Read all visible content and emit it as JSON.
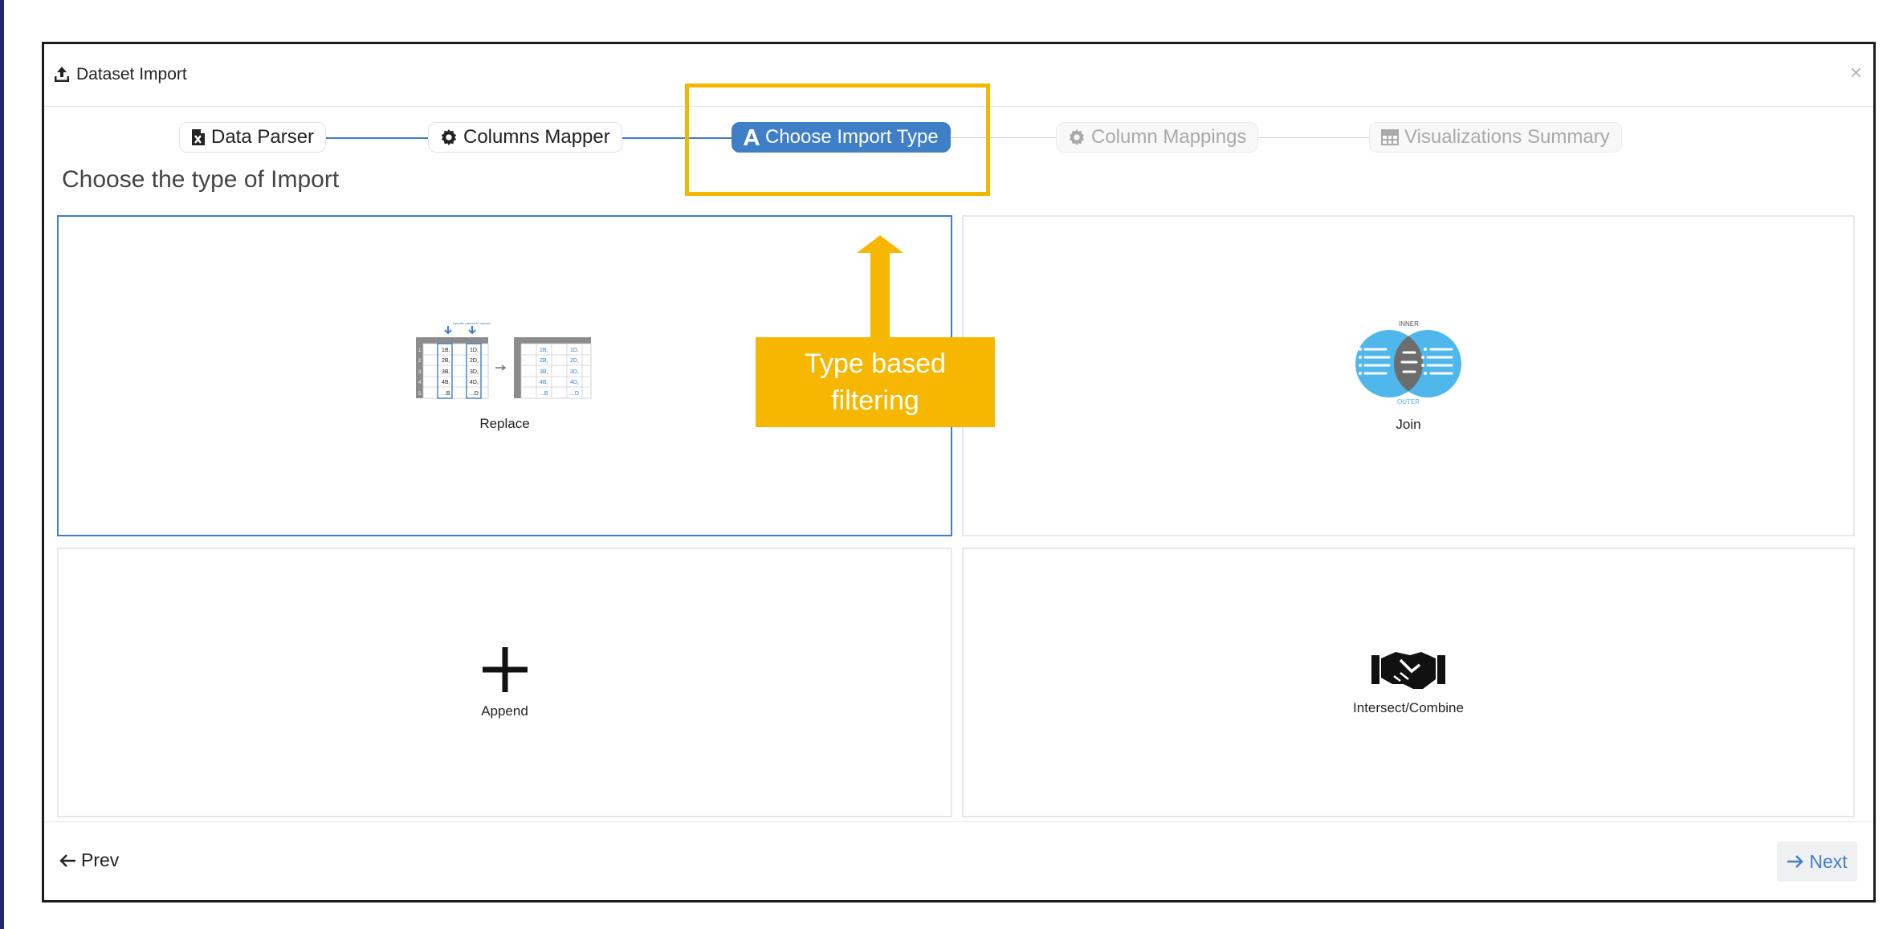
{
  "modal": {
    "title": "Dataset Import",
    "close_label": "×"
  },
  "steps": [
    {
      "label": "Data Parser",
      "state": "done",
      "icon": "file-excel-icon"
    },
    {
      "label": "Columns Mapper",
      "state": "done",
      "icon": "gear-icon"
    },
    {
      "label": "Choose Import Type",
      "state": "active",
      "icon": "font-a-icon"
    },
    {
      "label": "Column Mappings",
      "state": "todo",
      "icon": "gear-icon"
    },
    {
      "label": "Visualizations Summary",
      "state": "todo",
      "icon": "table-icon"
    }
  ],
  "section_title": "Choose the type of Import",
  "options": [
    {
      "label": "Replace",
      "selected": true,
      "icon": "replace-table-illustration"
    },
    {
      "label": "Join",
      "selected": false,
      "icon": "venn-diagram-icon",
      "inner_text": "INNER",
      "outer_text": "OUTER"
    },
    {
      "label": "Append",
      "selected": false,
      "icon": "plus-icon"
    },
    {
      "label": "Intersect/Combine",
      "selected": false,
      "icon": "handshake-icon"
    }
  ],
  "replace_illustration": {
    "left_rows": [
      "1",
      "2",
      "3",
      "4",
      "5"
    ],
    "left_b": [
      "1B,",
      "2B,",
      "3B,",
      "4B,",
      "...B"
    ],
    "left_d": [
      "1D,",
      "2D,",
      "3D,",
      "4D,",
      "...D"
    ],
    "right_b": [
      "1B,",
      "2B,",
      "3B,",
      "4B,",
      "...B"
    ],
    "right_d": [
      "1D,",
      "2D,",
      "3D,",
      "4D,",
      "...D"
    ]
  },
  "footer": {
    "prev_label": "Prev",
    "next_label": "Next"
  },
  "callout": {
    "text": "Type based filtering"
  },
  "colors": {
    "accent": "#3e7fc8",
    "callout": "#f7b700",
    "venn": "#4fb7ec"
  }
}
